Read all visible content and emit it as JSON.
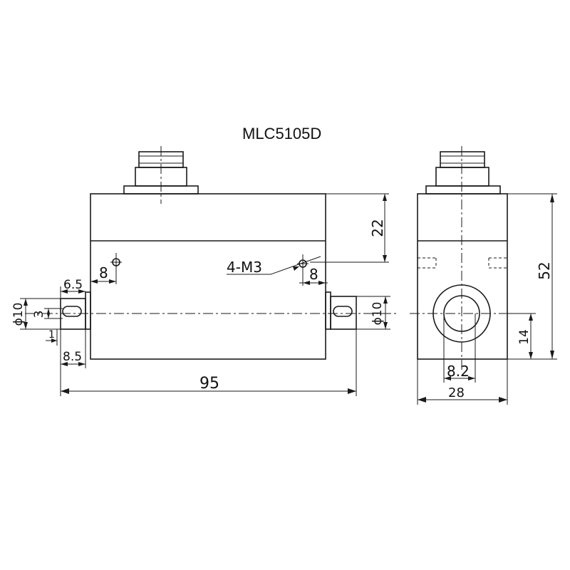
{
  "title": "MLC5105D",
  "dimensions": {
    "length": "95",
    "housing_top": "22",
    "tap_label": "4-M3",
    "tap_left": "8",
    "tap_right": "8",
    "shaft_left_step": "6.5",
    "shaft_dia_left": "ϕ10",
    "key_width": "3",
    "shaft_one": "1",
    "shaft_length": "8.5",
    "shaft_dia_right": "ϕ10",
    "height": "52",
    "axis_height": "14",
    "bore": "8.2",
    "width": "28"
  }
}
